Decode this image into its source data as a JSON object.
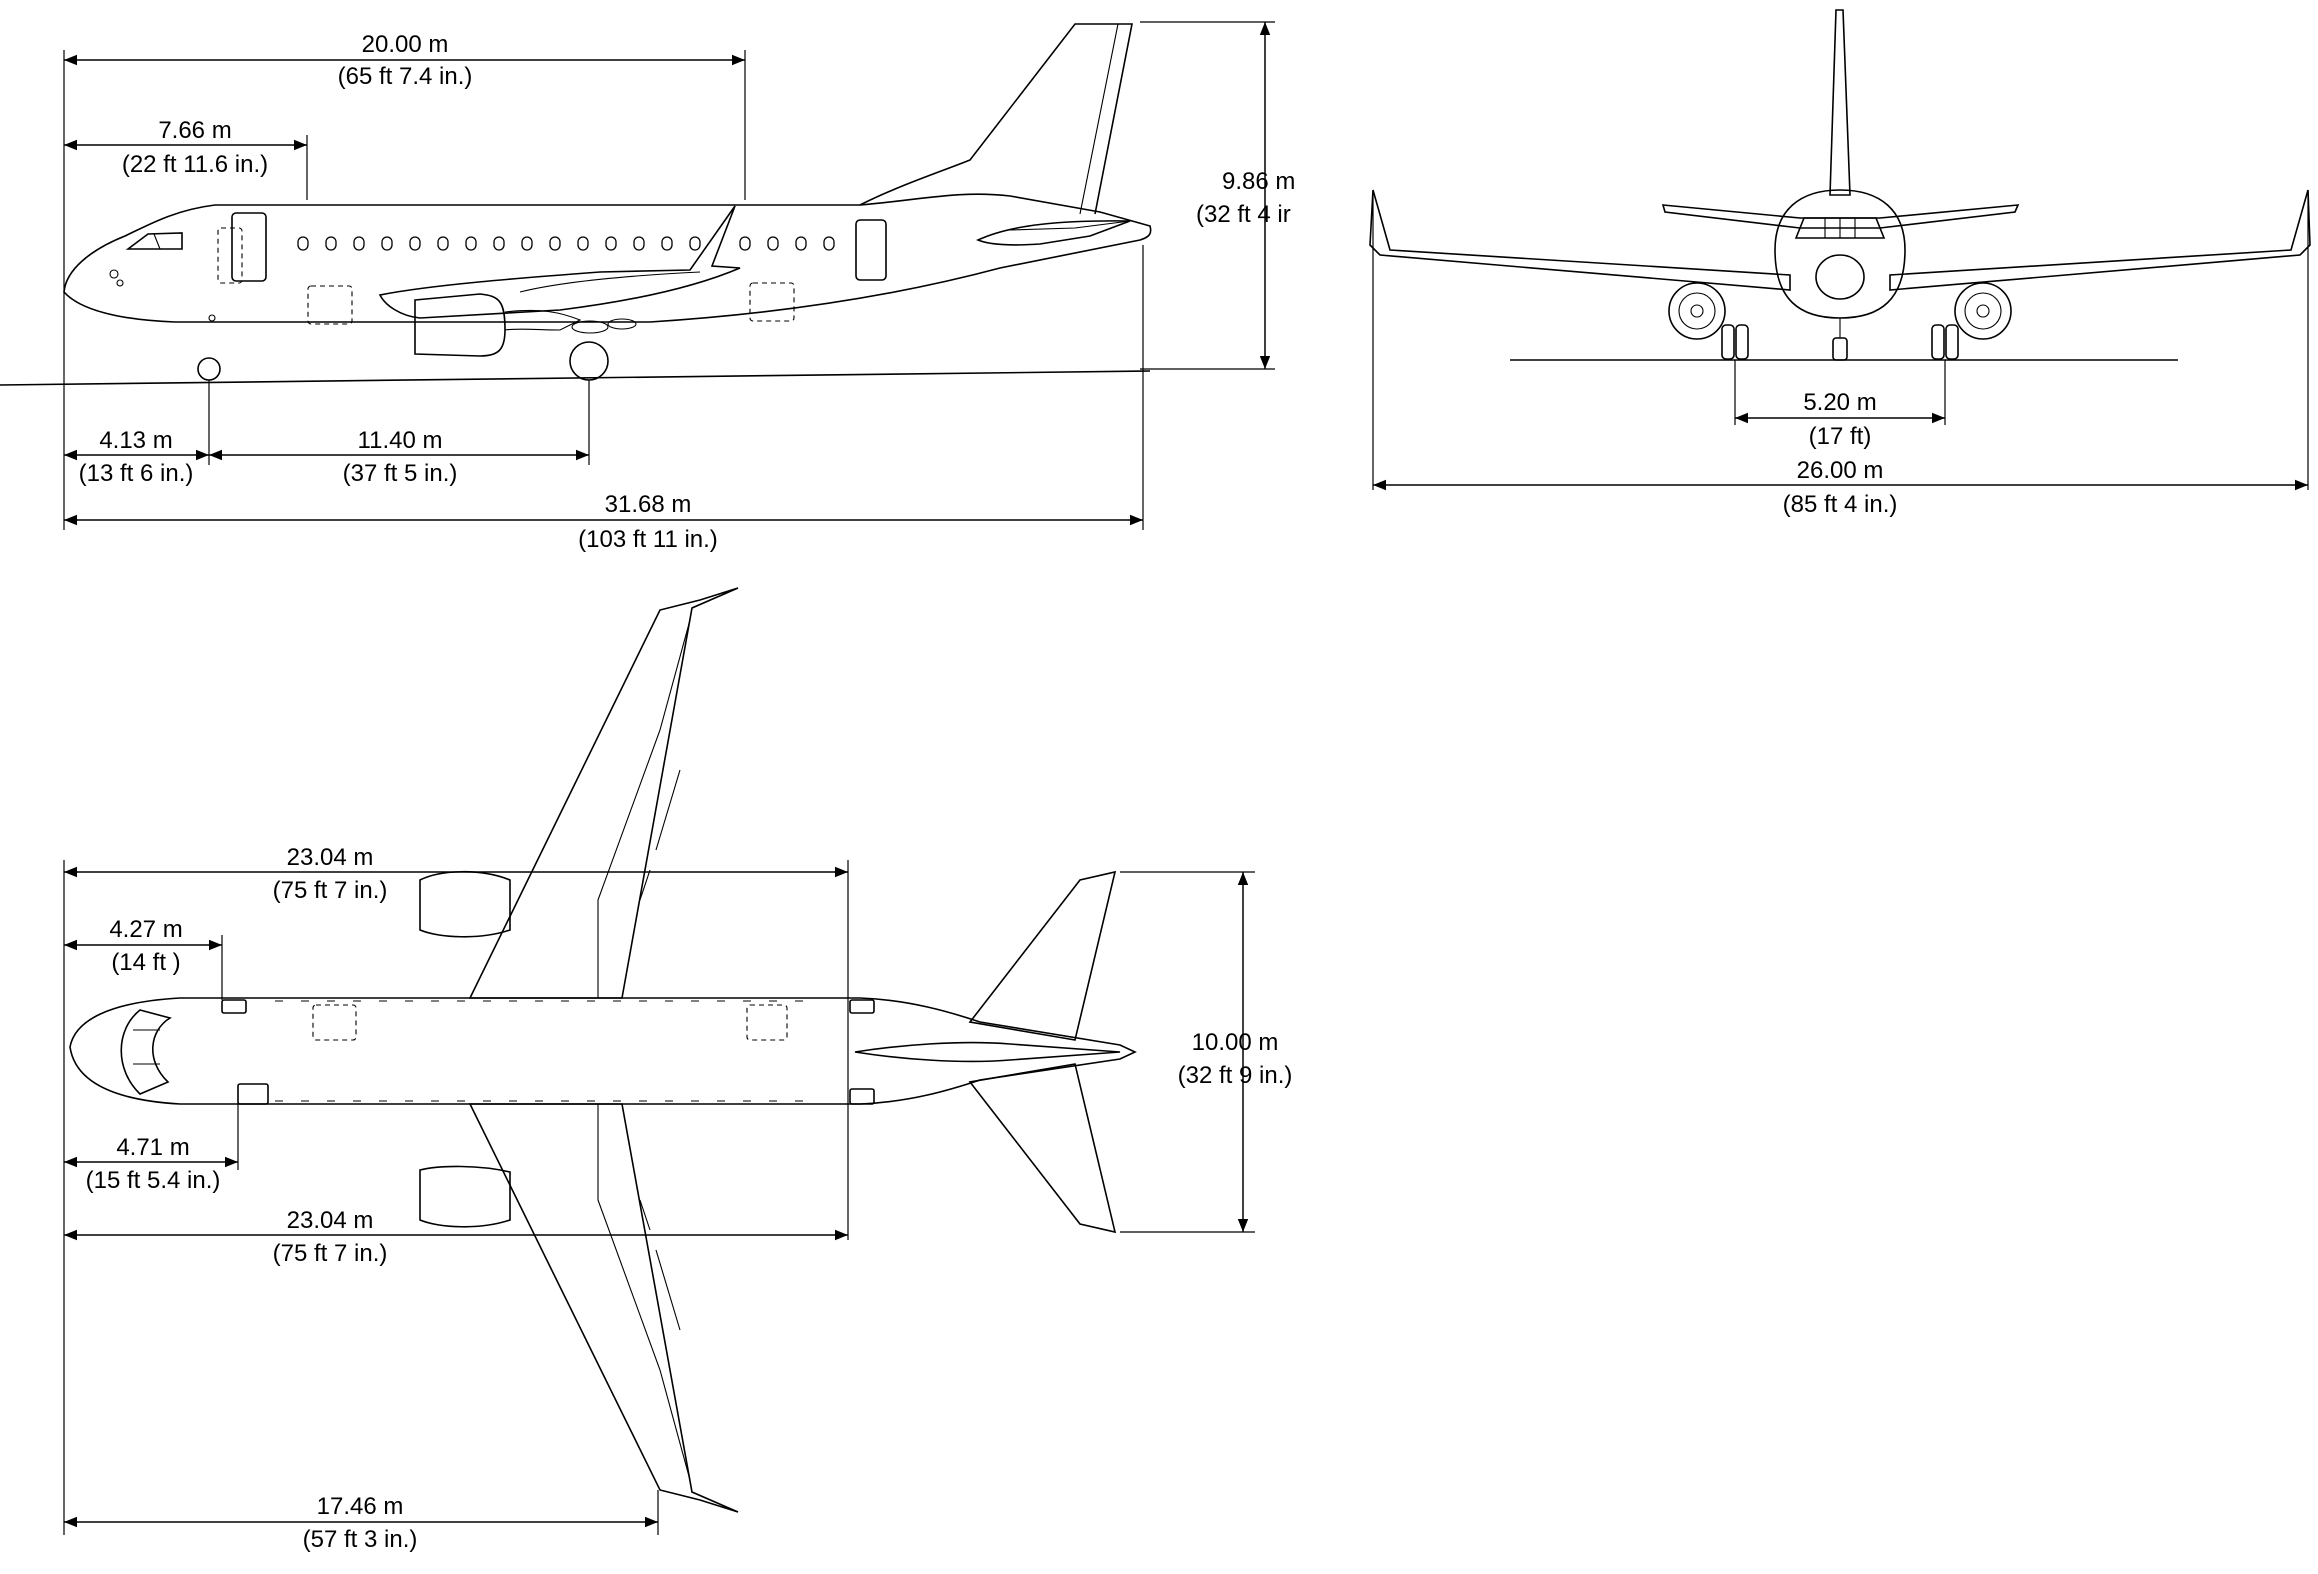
{
  "views": {
    "side": {
      "name": "side view"
    },
    "front": {
      "name": "front view"
    },
    "top": {
      "name": "top view"
    }
  },
  "dimensions": {
    "side_20": {
      "m": "20.00 m",
      "imperial": "(65 ft 7.4 in.)"
    },
    "side_766": {
      "m": "7.66 m",
      "imperial": "(22 ft 11.6 in.)"
    },
    "side_height": {
      "m": "9.86 m",
      "imperial": "(32 ft 4 ir"
    },
    "side_413": {
      "m": "4.13 m",
      "imperial": "(13 ft 6 in.)"
    },
    "side_1140": {
      "m": "11.40 m",
      "imperial": "(37 ft 5 in.)"
    },
    "side_length": {
      "m": "31.68 m",
      "imperial": "(103 ft 11 in.)"
    },
    "front_track": {
      "m": "5.20 m",
      "imperial": "(17 ft)"
    },
    "front_span": {
      "m": "26.00 m",
      "imperial": "(85 ft 4 in.)"
    },
    "top_2304_upper": {
      "m": "23.04 m",
      "imperial": "(75 ft 7 in.)"
    },
    "top_427": {
      "m": "4.27 m",
      "imperial": "(14 ft )"
    },
    "top_tail_span": {
      "m": "10.00 m",
      "imperial": "(32 ft 9 in.)"
    },
    "top_471": {
      "m": "4.71 m",
      "imperial": "(15 ft 5.4 in.)"
    },
    "top_2304_lower": {
      "m": "23.04 m",
      "imperial": "(75 ft 7 in.)"
    },
    "top_1746": {
      "m": "17.46 m",
      "imperial": "(57 ft 3 in.)"
    }
  }
}
